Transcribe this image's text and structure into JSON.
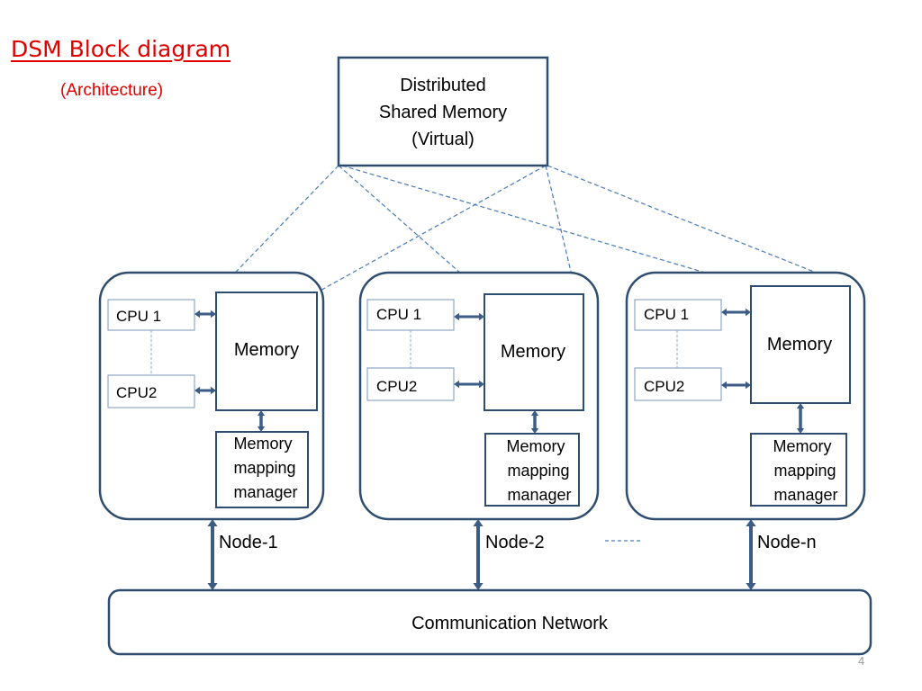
{
  "slide": {
    "title": "DSM  Block diagram",
    "subtitle": "(Architecture)",
    "page_number": "4"
  },
  "dsm": {
    "lines": [
      "Distributed",
      "Shared Memory",
      "(Virtual)"
    ]
  },
  "nodes": [
    {
      "label": "Node-1",
      "cpu1": "CPU 1",
      "cpu2": "CPU2",
      "memory": "Memory",
      "mmm_lines": [
        "Memory",
        "mapping",
        "manager"
      ]
    },
    {
      "label": "Node-2",
      "cpu1": "CPU 1",
      "cpu2": "CPU2",
      "memory": "Memory",
      "mmm_lines": [
        "Memory",
        "mapping",
        "manager"
      ]
    },
    {
      "label": "Node-n",
      "cpu1": "CPU 1",
      "cpu2": "CPU2",
      "memory": "Memory",
      "mmm_lines": [
        "Memory",
        "mapping",
        "manager"
      ]
    }
  ],
  "network": {
    "label": "Communication Network"
  },
  "colors": {
    "box_stroke": "#2e4d6f",
    "arrow": "#3d5c85",
    "dashed_link": "#4a7ab8",
    "cpu_stroke": "#8ea6c4",
    "title": "#e00000"
  }
}
